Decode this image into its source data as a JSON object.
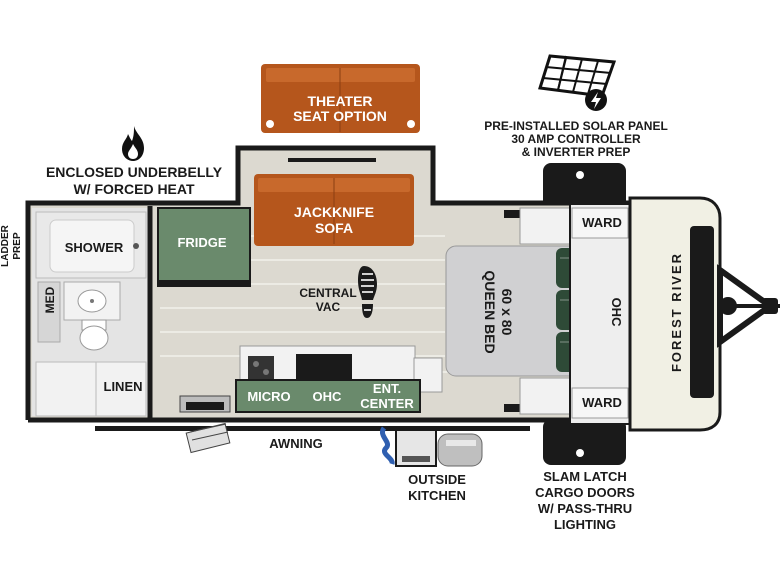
{
  "labels": {
    "theater_seat": [
      "THEATER",
      "SEAT OPTION"
    ],
    "solar": [
      "PRE-INSTALLED SOLAR PANEL",
      "30 AMP CONTROLLER",
      "& INVERTER PREP"
    ],
    "underbelly": [
      "ENCLOSED UNDERBELLY",
      "W/ FORCED HEAT"
    ],
    "jackknife": [
      "JACKKNIFE",
      "SOFA"
    ],
    "ward_top": "WARD",
    "ward_bottom": "WARD",
    "ladder": [
      "LADDER",
      "PREP"
    ],
    "shower": "SHOWER",
    "fridge": "FRIDGE",
    "central_vac": [
      "CENTRAL",
      "VAC"
    ],
    "bed": [
      "60 x 80",
      "QUEEN BED"
    ],
    "ohc_front": "OHC",
    "med": "MED",
    "linen": "LINEN",
    "micro": "MICRO",
    "ohc_kitchen": "OHC",
    "ent_center": [
      "ENT.",
      "CENTER"
    ],
    "awning": "AWNING",
    "outside_kitchen": [
      "OUTSIDE",
      "KITCHEN"
    ],
    "cargo": [
      "SLAM LATCH",
      "CARGO DOORS",
      "W/ PASS-THRU",
      "LIGHTING"
    ],
    "brand": "FOREST RIVER"
  },
  "colors": {
    "sofa": "#b5561c",
    "fridge": "#6a8a6c",
    "counter": "#6a8a6c",
    "wall": "#1a1a1a",
    "floor": "#dcd9d0",
    "bed": "#d0d0d2",
    "front_cap": "#f1f0e4",
    "bath": "#e4e4e4"
  },
  "icons": [
    "fire-icon",
    "solar-panel-icon",
    "footprint-icon",
    "hitch-icon"
  ]
}
